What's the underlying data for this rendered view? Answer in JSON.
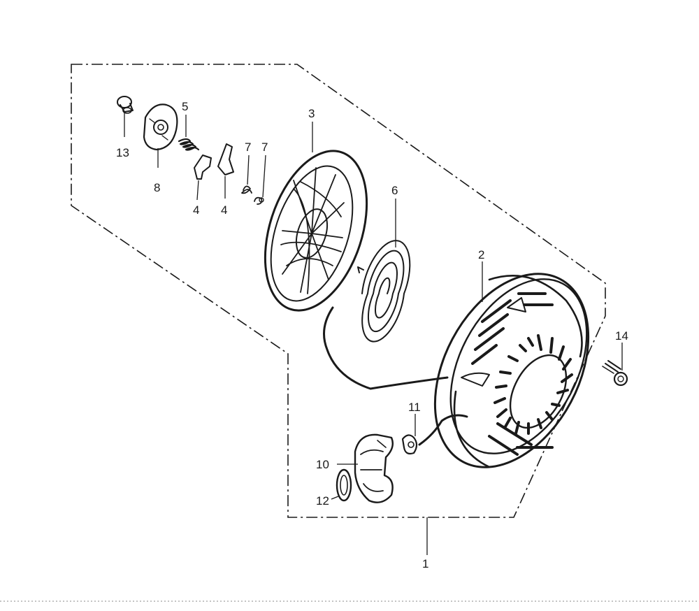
{
  "diagram": {
    "type": "exploded-parts-view",
    "callouts": {
      "p1": "1",
      "p2": "2",
      "p3": "3",
      "p4a": "4",
      "p4b": "4",
      "p5": "5",
      "p6": "6",
      "p7a": "7",
      "p7b": "7",
      "p8": "8",
      "p10": "10",
      "p11": "11",
      "p12": "12",
      "p13": "13",
      "p14": "14"
    }
  }
}
